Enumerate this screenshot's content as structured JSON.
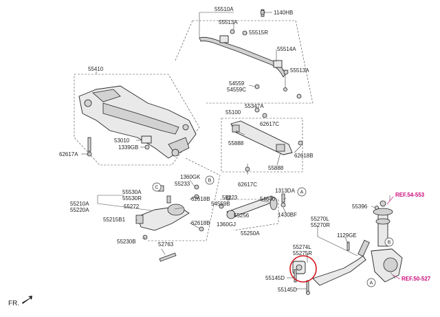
{
  "labels": {
    "p55510A": "55510A",
    "p1140HB": "1140HB",
    "p55513A_top": "55513A",
    "p55515R": "55515R",
    "p55514A": "55514A",
    "p55513A_mid": "55513A",
    "p54559": "54559",
    "p54559C": "54559C",
    "p55410": "55410",
    "p55347A": "55347A",
    "p55100": "55100",
    "p62617C_top": "62617C",
    "p55888_a": "55888",
    "p53010": "53010",
    "p1339GB": "1339GB",
    "p62617A": "62617A",
    "p62618B": "62618B",
    "p55888_b": "55888",
    "p1360GK": "1360GK",
    "p55233": "55233",
    "p62617C_mid": "62617C",
    "p55530A": "55530A",
    "p55530R": "55530R",
    "p62618B_a": "62618B",
    "p55223": "55223",
    "p54559B": "54559B",
    "p1313DA": "1313DA",
    "p54640": "54640",
    "p55210A": "55210A",
    "p55220A": "55220A",
    "p55272": "55272",
    "p55215B1": "55215B1",
    "p62618B_b": "62618B",
    "p55256": "55256",
    "p1360GJ": "1360GJ",
    "p55250A": "55250A",
    "p1430BF": "1430BF",
    "p55230B": "55230B",
    "p55270L": "55270L",
    "p55270R": "55270R",
    "p55396": "55396",
    "p1129GE": "1129GE",
    "p52763": "52763",
    "p55274L": "55274L",
    "p55275R": "55275R",
    "p55145D_a": "55145D",
    "p55145D_b": "55145D",
    "ref54553": "REF.54-553",
    "ref50527": "REF.50-527",
    "circleA_1": "A",
    "circleA_2": "A",
    "circleB_1": "B",
    "circleB_2": "B",
    "circleC": "C",
    "fr": "FR."
  },
  "colors": {
    "line": "#444444",
    "part_fill": "#e9e9e9",
    "ref_text": "#cc0a7a",
    "highlight_circle": "#d4141c"
  }
}
